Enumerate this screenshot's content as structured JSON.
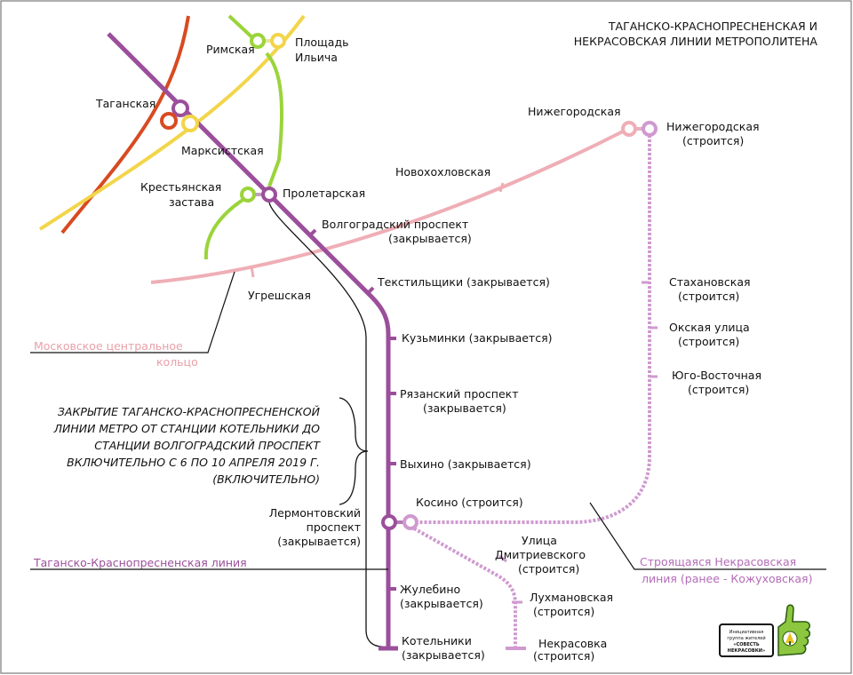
{
  "title": {
    "line1": "ТАГАНСКО-КРАСНОПРЕСНЕНСКАЯ И",
    "line2": "НЕКРАСОВСКАЯ ЛИНИИ МЕТРОПОЛИТЕНА"
  },
  "colors": {
    "tkl": "#9b4f9b",
    "nekrasovskaya": "#cf9ad0",
    "mcc": "#efaeb6",
    "line_red": "#d84a22",
    "line_yellow": "#f2d54a",
    "line_green": "#9bd43a",
    "callout": "#111111"
  },
  "stations": {
    "rimskaya": "Римская",
    "ploshchad1": "Площадь",
    "ploshchad2": "Ильича",
    "taganskaya": "Таганская",
    "marksistskaya": "Марксистская",
    "krest1": "Крестьянская",
    "krest2": "застава",
    "proletarskaya": "Пролетарская",
    "volg1": "Волгоградский проспект",
    "volg2": "(закрывается)",
    "novokhokhlovskaya": "Новохохловская",
    "nizh_mcc": "Нижегородская",
    "nizh_nek1": "Нижегородская",
    "nizh_nek2": "(строится)",
    "ugreshskaya": "Угрешская",
    "tekstilshchiki": "Текстильщики (закрывается)",
    "kuzminki": "Кузьминки (закрывается)",
    "ryaz1": "Рязанский проспект",
    "ryaz2": "(закрывается)",
    "vykhino": "Выхино (закрывается)",
    "kosino": "Косино (строится)",
    "lerm1": "Лермонтовский",
    "lerm2": "проспект",
    "lerm3": "(закрывается)",
    "ulitsa1": "Улица",
    "ulitsa2": "Дмитриевского",
    "ulitsa3": "(строится)",
    "lukh1": "Лухмановская",
    "lukh2": "(строится)",
    "zhul1": "Жулебино",
    "zhul2": "(закрывается)",
    "kotel1": "Котельники",
    "kotel2": "(закрывается)",
    "nekr1": "Некрасовка",
    "nekr2": "(строится)",
    "stakh1": "Стахановская",
    "stakh2": "(строится)",
    "oksk1": "Окская улица",
    "oksk2": "(строится)",
    "yugo1": "Юго-Восточная",
    "yugo2": "(строится)"
  },
  "legend": {
    "mcc1": "Московское центральное",
    "mcc2": "кольцо",
    "tkl": "Таганско-Краснопресненская линия",
    "nek1": "Строящаяся Некрасовская",
    "nek2": "линия (ранее - Кожуховская)"
  },
  "notice": {
    "line1": "ЗАКРЫТИЕ ТАГАНСКО-КРАСНОПРЕСНЕНСКОЙ",
    "line2": "ЛИНИИ МЕТРО ОТ СТАНЦИИ КОТЕЛЬНИКИ ДО",
    "line3": "СТАНЦИИ ВОЛГОГРАДСКИЙ ПРОСПЕКТ",
    "line4": "ВКЛЮЧИТЕЛЬНО С 6 ПО 10 АПРЕЛЯ 2019 Г.",
    "line5": "(ВКЛЮЧИТЕЛЬНО)"
  },
  "logo": {
    "line1": "Инициативная",
    "line2": "группа жителей",
    "line3": "«СОВЕСТЬ",
    "line4": "НЕКРАСОВКИ»"
  }
}
